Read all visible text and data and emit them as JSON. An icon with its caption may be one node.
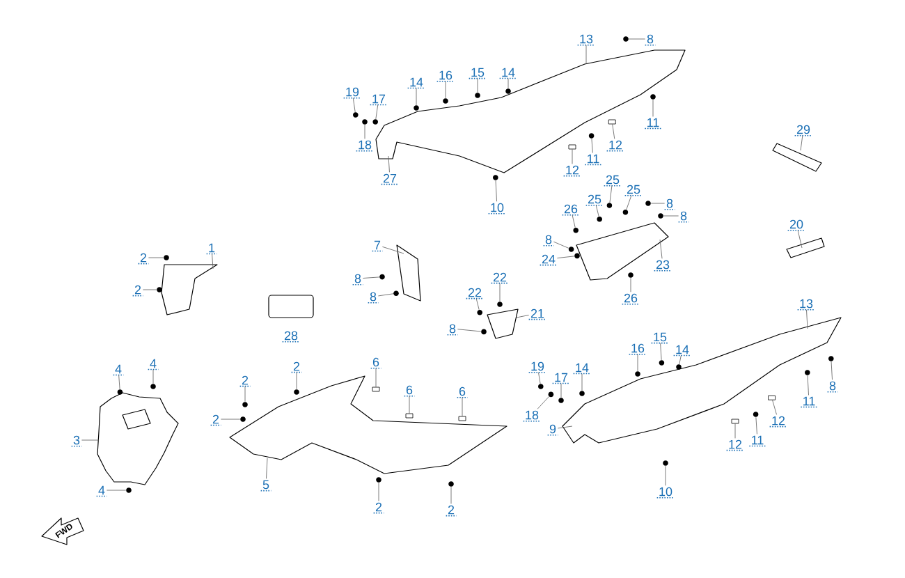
{
  "diagram": {
    "nodes": [
      {
        "text": [
          "1"
        ]
      },
      {
        "text": [
          "2"
        ]
      },
      {
        "text": [
          "2"
        ]
      },
      {
        "text": [
          "3"
        ]
      },
      {
        "text": [
          "4"
        ]
      },
      {
        "text": [
          "4"
        ]
      },
      {
        "text": [
          "4"
        ]
      },
      {
        "text": [
          "2"
        ]
      },
      {
        "text": [
          "2"
        ]
      },
      {
        "text": [
          "2"
        ]
      },
      {
        "text": [
          "5"
        ]
      },
      {
        "text": [
          "6"
        ]
      },
      {
        "text": [
          "6"
        ]
      },
      {
        "text": [
          "6"
        ]
      },
      {
        "text": [
          "2"
        ]
      },
      {
        "text": [
          "2"
        ]
      },
      {
        "text": [
          "7"
        ]
      },
      {
        "text": [
          "8"
        ]
      },
      {
        "text": [
          "8"
        ]
      },
      {
        "text": [
          "22"
        ]
      },
      {
        "text": [
          "22"
        ]
      },
      {
        "text": [
          "21"
        ]
      },
      {
        "text": [
          "8"
        ]
      },
      {
        "text": [
          "19"
        ]
      },
      {
        "text": [
          "17"
        ]
      },
      {
        "text": [
          "18"
        ]
      },
      {
        "text": [
          "14"
        ]
      },
      {
        "text": [
          "16"
        ]
      },
      {
        "text": [
          "15"
        ]
      },
      {
        "text": [
          "14"
        ]
      },
      {
        "text": [
          "27"
        ]
      },
      {
        "text": [
          "13"
        ]
      },
      {
        "text": [
          "8"
        ]
      },
      {
        "text": [
          "11"
        ]
      },
      {
        "text": [
          "12"
        ]
      },
      {
        "text": [
          "11"
        ]
      },
      {
        "text": [
          "12"
        ]
      },
      {
        "text": [
          "10"
        ]
      },
      {
        "text": [
          "29"
        ]
      },
      {
        "text": [
          "20"
        ]
      },
      {
        "text": [
          "25"
        ]
      },
      {
        "text": [
          "25"
        ]
      },
      {
        "text": [
          "25"
        ]
      },
      {
        "text": [
          "26"
        ]
      },
      {
        "text": [
          "8"
        ]
      },
      {
        "text": [
          "8"
        ]
      },
      {
        "text": [
          "8"
        ]
      },
      {
        "text": [
          "24"
        ]
      },
      {
        "text": [
          "23"
        ]
      },
      {
        "text": [
          "26"
        ]
      },
      {
        "text": [
          "19"
        ]
      },
      {
        "text": [
          "17"
        ]
      },
      {
        "text": [
          "18"
        ]
      },
      {
        "text": [
          "14"
        ]
      },
      {
        "text": [
          "16"
        ]
      },
      {
        "text": [
          "15"
        ]
      },
      {
        "text": [
          "14"
        ]
      },
      {
        "text": [
          "9"
        ]
      },
      {
        "text": [
          "13"
        ]
      },
      {
        "text": [
          "8"
        ]
      },
      {
        "text": [
          "11"
        ]
      },
      {
        "text": [
          "12"
        ]
      },
      {
        "text": [
          "11"
        ]
      },
      {
        "text": [
          "12"
        ]
      },
      {
        "text": [
          "10"
        ]
      },
      {
        "text": [],
        "shape": "picture"
      },
      {
        "text": [],
        "shape": "picture"
      },
      {
        "text": [],
        "shape": "picture"
      },
      {
        "text": [],
        "shape": "picture"
      },
      {
        "text": [],
        "shape": "picture"
      },
      {
        "text": [],
        "shape": "picture"
      },
      {
        "text": [],
        "shape": "picture"
      },
      {
        "text": [],
        "shape": "picture"
      },
      {
        "text": [],
        "shape": "picture"
      },
      {
        "text": [],
        "shape": "picture"
      },
      {
        "text": [],
        "shape": "circle"
      },
      {
        "text": [],
        "shape": "circle"
      },
      {
        "text": [],
        "shape": "circle"
      },
      {
        "text": [],
        "shape": "circle"
      },
      {
        "text": [],
        "shape": "circle"
      },
      {
        "text": [],
        "shape": "circle"
      },
      {
        "text": [],
        "shape": "circle"
      },
      {
        "text": [],
        "shape": "circle"
      },
      {
        "text": [],
        "shape": "box"
      },
      {
        "text": [],
        "shape": "box"
      },
      {
        "text": [],
        "shape": "box"
      },
      {
        "text": [],
        "shape": "circle"
      },
      {
        "text": [],
        "shape": "circle"
      },
      {
        "text": [],
        "shape": "circle"
      },
      {
        "text": [],
        "shape": "circle"
      },
      {
        "text": [],
        "shape": "circle"
      },
      {
        "text": [],
        "shape": "circle"
      },
      {
        "text": [],
        "shape": "circle"
      },
      {
        "text": [],
        "shape": "circle"
      },
      {
        "text": [],
        "shape": "circle"
      },
      {
        "text": [],
        "shape": "circle"
      },
      {
        "text": [],
        "shape": "circle"
      },
      {
        "text": [],
        "shape": "circle"
      },
      {
        "text": [],
        "shape": "circle"
      },
      {
        "text": [],
        "shape": "circle"
      },
      {
        "text": [],
        "shape": "circle"
      },
      {
        "text": [],
        "shape": "circle"
      },
      {
        "text": [],
        "shape": "box"
      },
      {
        "text": [],
        "shape": "circle"
      },
      {
        "text": [],
        "shape": "box"
      },
      {
        "text": [],
        "shape": "circle"
      },
      {
        "text": [],
        "shape": "circle"
      },
      {
        "text": [],
        "shape": "circle"
      },
      {
        "text": [],
        "shape": "circle"
      },
      {
        "text": [],
        "shape": "circle"
      },
      {
        "text": [],
        "shape": "circle"
      },
      {
        "text": [],
        "shape": "circle"
      },
      {
        "text": [],
        "shape": "circle"
      },
      {
        "text": [],
        "shape": "circle"
      },
      {
        "text": [],
        "shape": "circle"
      },
      {
        "text": [],
        "shape": "circle"
      },
      {
        "text": [],
        "shape": "circle"
      },
      {
        "text": [],
        "shape": "circle"
      },
      {
        "text": [],
        "shape": "circle"
      },
      {
        "text": [],
        "shape": "circle"
      },
      {
        "text": [],
        "shape": "circle"
      },
      {
        "text": [],
        "shape": "circle"
      },
      {
        "text": [],
        "shape": "circle"
      },
      {
        "text": [],
        "shape": "circle"
      },
      {
        "text": [],
        "shape": "box"
      },
      {
        "text": [],
        "shape": "circle"
      },
      {
        "text": [],
        "shape": "box"
      },
      {
        "text": [],
        "shape": "circle"
      }
    ],
    "edges": [
      {
        "from": 0,
        "to": 67,
        "arrow": "none"
      },
      {
        "from": 1,
        "to": 75,
        "arrow": "none"
      },
      {
        "from": 2,
        "to": 76,
        "arrow": "none"
      },
      {
        "from": 3,
        "to": 68,
        "arrow": "none"
      },
      {
        "from": 4,
        "to": 77,
        "arrow": "none"
      },
      {
        "from": 5,
        "to": 78,
        "arrow": "none"
      },
      {
        "from": 6,
        "to": 79,
        "arrow": "none"
      },
      {
        "from": 7,
        "to": 80,
        "arrow": "none"
      },
      {
        "from": 8,
        "to": 81,
        "arrow": "none"
      },
      {
        "from": 9,
        "to": 82,
        "arrow": "none"
      },
      {
        "from": 10,
        "to": 69,
        "arrow": "none"
      },
      {
        "from": 11,
        "to": 83,
        "arrow": "none"
      },
      {
        "from": 12,
        "to": 84,
        "arrow": "none"
      },
      {
        "from": 13,
        "to": 85,
        "arrow": "none"
      },
      {
        "from": 14,
        "to": 86,
        "arrow": "none"
      },
      {
        "from": 15,
        "to": 87,
        "arrow": "none"
      },
      {
        "from": 16,
        "to": 70,
        "arrow": "none"
      },
      {
        "from": 17,
        "to": 88,
        "arrow": "none"
      },
      {
        "from": 18,
        "to": 89,
        "arrow": "none"
      },
      {
        "from": 19,
        "to": 90,
        "arrow": "none"
      },
      {
        "from": 20,
        "to": 91,
        "arrow": "none"
      },
      {
        "from": 21,
        "to": 71,
        "arrow": "none"
      },
      {
        "from": 22,
        "to": 92,
        "arrow": "none"
      },
      {
        "from": 23,
        "to": 93,
        "arrow": "none"
      },
      {
        "from": 24,
        "to": 94,
        "arrow": "none"
      },
      {
        "from": 25,
        "to": 95,
        "arrow": "none"
      },
      {
        "from": 26,
        "to": 96,
        "arrow": "none"
      },
      {
        "from": 27,
        "to": 97,
        "arrow": "none"
      },
      {
        "from": 28,
        "to": 98,
        "arrow": "none"
      },
      {
        "from": 29,
        "to": 99,
        "arrow": "none"
      },
      {
        "from": 30,
        "to": 65,
        "arrow": "none"
      },
      {
        "from": 31,
        "to": 65,
        "arrow": "none"
      },
      {
        "from": 32,
        "to": 100,
        "arrow": "none"
      },
      {
        "from": 33,
        "to": 101,
        "arrow": "none"
      },
      {
        "from": 34,
        "to": 102,
        "arrow": "none"
      },
      {
        "from": 35,
        "to": 103,
        "arrow": "none"
      },
      {
        "from": 36,
        "to": 104,
        "arrow": "none"
      },
      {
        "from": 37,
        "to": 105,
        "arrow": "none"
      },
      {
        "from": 38,
        "to": 73,
        "arrow": "none"
      },
      {
        "from": 39,
        "to": 74,
        "arrow": "none"
      },
      {
        "from": 40,
        "to": 106,
        "arrow": "none"
      },
      {
        "from": 41,
        "to": 107,
        "arrow": "none"
      },
      {
        "from": 42,
        "to": 108,
        "arrow": "none"
      },
      {
        "from": 43,
        "to": 109,
        "arrow": "none"
      },
      {
        "from": 44,
        "to": 110,
        "arrow": "none"
      },
      {
        "from": 45,
        "to": 111,
        "arrow": "none"
      },
      {
        "from": 46,
        "to": 112,
        "arrow": "none"
      },
      {
        "from": 47,
        "to": 113,
        "arrow": "none"
      },
      {
        "from": 48,
        "to": 72,
        "arrow": "none"
      },
      {
        "from": 49,
        "to": 114,
        "arrow": "none"
      },
      {
        "from": 50,
        "to": 115,
        "arrow": "none"
      },
      {
        "from": 51,
        "to": 116,
        "arrow": "none"
      },
      {
        "from": 52,
        "to": 117,
        "arrow": "none"
      },
      {
        "from": 53,
        "to": 118,
        "arrow": "none"
      },
      {
        "from": 54,
        "to": 119,
        "arrow": "none"
      },
      {
        "from": 55,
        "to": 120,
        "arrow": "none"
      },
      {
        "from": 56,
        "to": 121,
        "arrow": "none"
      },
      {
        "from": 57,
        "to": 66,
        "arrow": "none"
      },
      {
        "from": 58,
        "to": 66,
        "arrow": "none"
      },
      {
        "from": 59,
        "to": 122,
        "arrow": "none"
      },
      {
        "from": 60,
        "to": 123,
        "arrow": "none"
      },
      {
        "from": 61,
        "to": 124,
        "arrow": "none"
      },
      {
        "from": 62,
        "to": 125,
        "arrow": "none"
      },
      {
        "from": 63,
        "to": 126,
        "arrow": "none"
      },
      {
        "from": 64,
        "to": 127,
        "arrow": "none"
      }
    ],
    "labels": [
      "28",
      "FWD"
    ]
  }
}
